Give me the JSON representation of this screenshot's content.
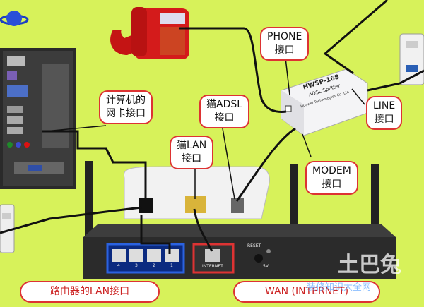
{
  "labels": {
    "phone": {
      "l1": "PHONE",
      "l2": "接口"
    },
    "line": {
      "l1": "LINE",
      "l2": "接口"
    },
    "modem": {
      "l1": "MODEM",
      "l2": "接口"
    },
    "nic": {
      "l1": "计算机的",
      "l2": "网卡接口"
    },
    "adsl": {
      "l1": "猫ADSL",
      "l2": "接口"
    },
    "cat_lan": {
      "l1": "猫LAN",
      "l2": "接口"
    },
    "router_lan": "路由器的LAN接口",
    "wan": "WAN (INTERNET)"
  },
  "splitter": {
    "title": "HWSP-168",
    "subtitle": "ADSL Splitter",
    "maker": "Huawei Technologies Co.,Ltd"
  },
  "router": {
    "port_labels": [
      "4",
      "3",
      "2",
      "1"
    ],
    "internet": "INTERNET",
    "reset": "RESET",
    "power": "5V"
  },
  "watermark": {
    "big": "土巴兔",
    "small": "装修知识大全网"
  },
  "colors": {
    "background": "#d7f25a",
    "label_border": "#d33",
    "cable": "#111"
  }
}
